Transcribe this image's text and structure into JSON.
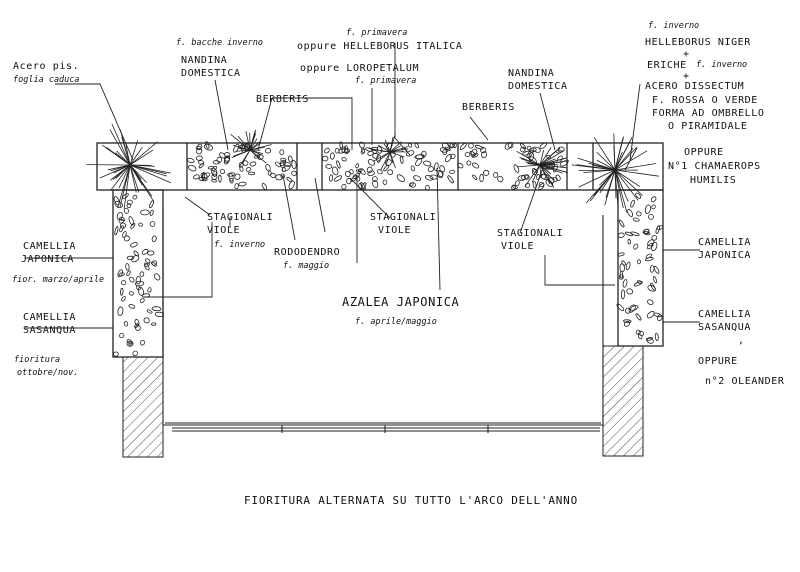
{
  "colors": {
    "ink": "#111111",
    "paper": "#ffffff"
  },
  "labels": {
    "acero_pis": "Acero pis.",
    "foglia_caduca": "foglia caduca",
    "f_bacche_inverno": "f. bacche inverno",
    "nandina_left": "NANDINA",
    "domestica_left": "DOMESTICA",
    "f_primavera_top": "f. primavera",
    "oppure_helleborus": "oppure HELLEBORUS ITALICA",
    "oppure_loropetalum": "oppure LOROPETALUM",
    "f_primavera_2": "f. primavera",
    "berberis_left": "BERBERIS",
    "nandina_right": "NANDINA",
    "domestica_right": "DOMESTICA",
    "berberis_right": "BERBERIS",
    "f_inverno_tr": "f. inverno",
    "helleborus_niger": "HELLEBORUS NIGER",
    "plus_1": "+",
    "eriche": "ERICHE",
    "f_inverno_eriche": "f. inverno",
    "plus_2": "+",
    "acero_dissectum": "ACERO DISSECTUM",
    "f_rossa": "F. ROSSA O VERDE",
    "forma_ombrello": "FORMA AD OMBRELLO",
    "o_piramidale": "O PIRAMIDALE",
    "oppure_1": "OPPURE",
    "chamaerops": "N°1 CHAMAEROPS",
    "humilis": "HUMILIS",
    "stagionali_1": "STAGIONALI",
    "viole_1": "VIOLE",
    "f_inverno_mid": "f. inverno",
    "stagionali_2": "STAGIONALI",
    "viole_2": "VIOLE",
    "stagionali_3": "STAGIONALI",
    "viole_3": "VIOLE",
    "rododendro": "RODODENDRO",
    "f_maggio": "f. maggio",
    "camellia_l": "CAMELLIA",
    "japonica_l": "JAPONICA",
    "fior_marzo": "fior. marzo/aprile",
    "camellia_r": "CAMELLIA",
    "japonica_r": "JAPONICA",
    "azalea": "AZALEA JAPONICA",
    "f_aprile_maggio": "f. aprile/maggio",
    "camellia_sl": "CAMELLIA",
    "sasanqua_l": "SASANQUA",
    "fioritura": "fioritura",
    "ottobre_nov": "ottobre/nov.",
    "camellia_sr": "CAMELLIA",
    "sasanqua_r": "SASANQUA",
    "comma": ",",
    "oppure_2": "OPPURE",
    "oleander": "n°2 OLEANDER",
    "footer": "FIORITURA ALTERNATA SU TUTTO L'ARCO DELL'ANNO"
  }
}
